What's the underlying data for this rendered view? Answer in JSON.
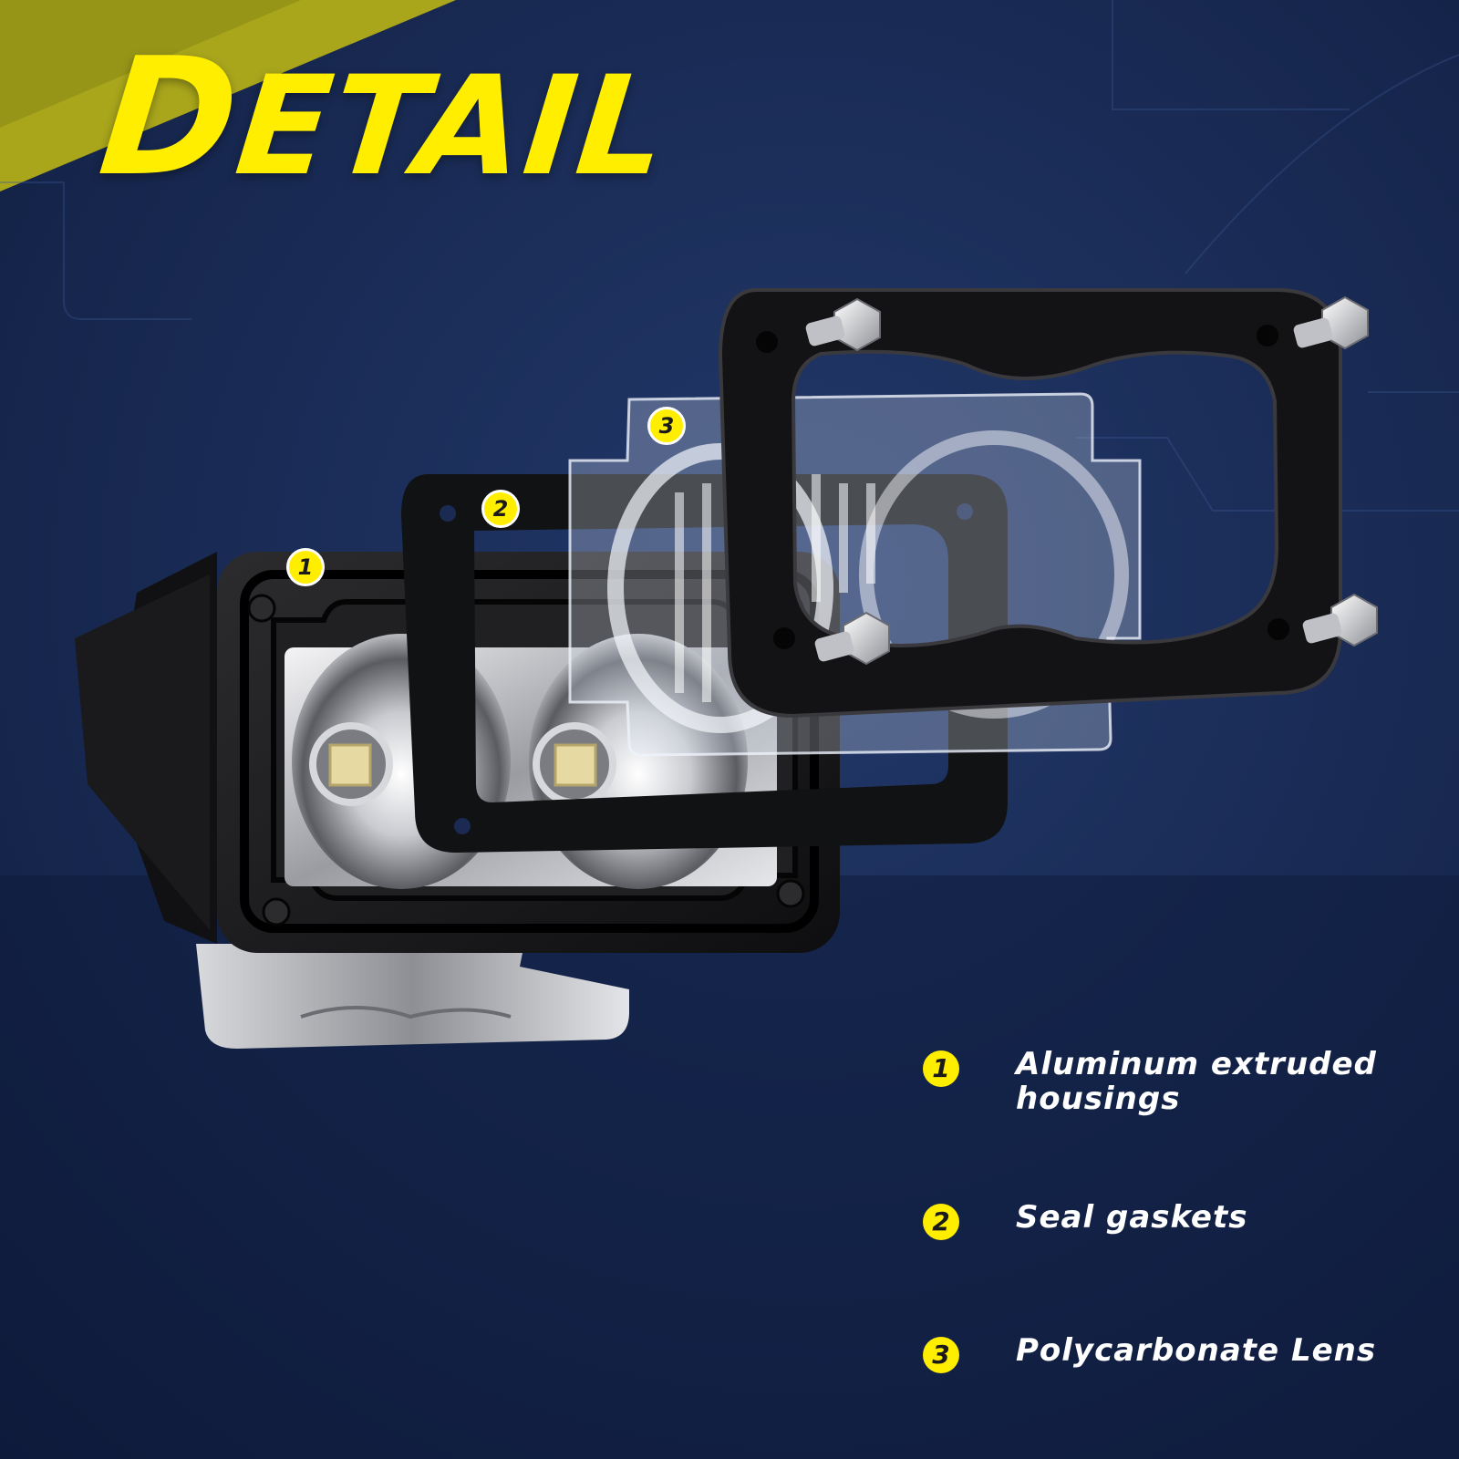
{
  "title": {
    "first": "D",
    "rest": "ETAIL"
  },
  "legend": [
    {
      "number": "1",
      "label": "Aluminum extruded housings"
    },
    {
      "number": "2",
      "label": "Seal gaskets"
    },
    {
      "number": "3",
      "label": "Polycarbonate Lens"
    }
  ],
  "callouts": [
    "1",
    "2",
    "3"
  ],
  "colors": {
    "accent": "#ffee00",
    "background": "#15244a",
    "text": "#ffffff"
  }
}
